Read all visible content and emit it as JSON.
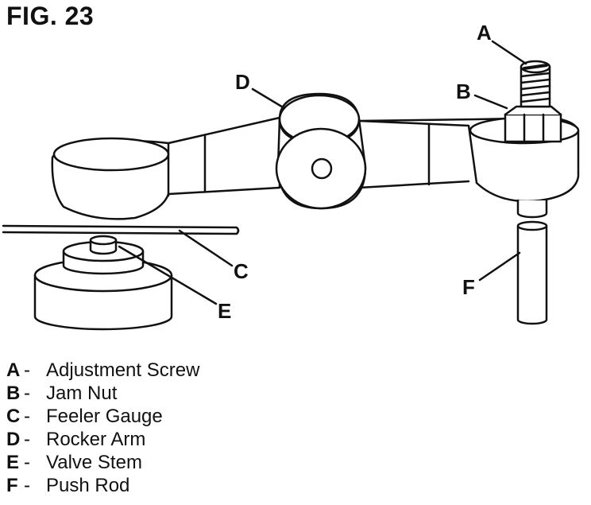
{
  "figure": {
    "title": "FIG. 23"
  },
  "callouts": [
    {
      "id": "A",
      "letter": "A"
    },
    {
      "id": "B",
      "letter": "B"
    },
    {
      "id": "C",
      "letter": "C"
    },
    {
      "id": "D",
      "letter": "D"
    },
    {
      "id": "E",
      "letter": "E"
    },
    {
      "id": "F",
      "letter": "F"
    }
  ],
  "legend": [
    {
      "letter": "A",
      "dash": "-",
      "label": "Adjustment Screw"
    },
    {
      "letter": "B",
      "dash": "-",
      "label": "Jam Nut"
    },
    {
      "letter": "C",
      "dash": "-",
      "label": "Feeler Gauge"
    },
    {
      "letter": "D",
      "dash": "-",
      "label": "Rocker Arm"
    },
    {
      "letter": "E",
      "dash": "-",
      "label": "Valve Stem"
    },
    {
      "letter": "F",
      "dash": "-",
      "label": "Push Rod"
    }
  ]
}
